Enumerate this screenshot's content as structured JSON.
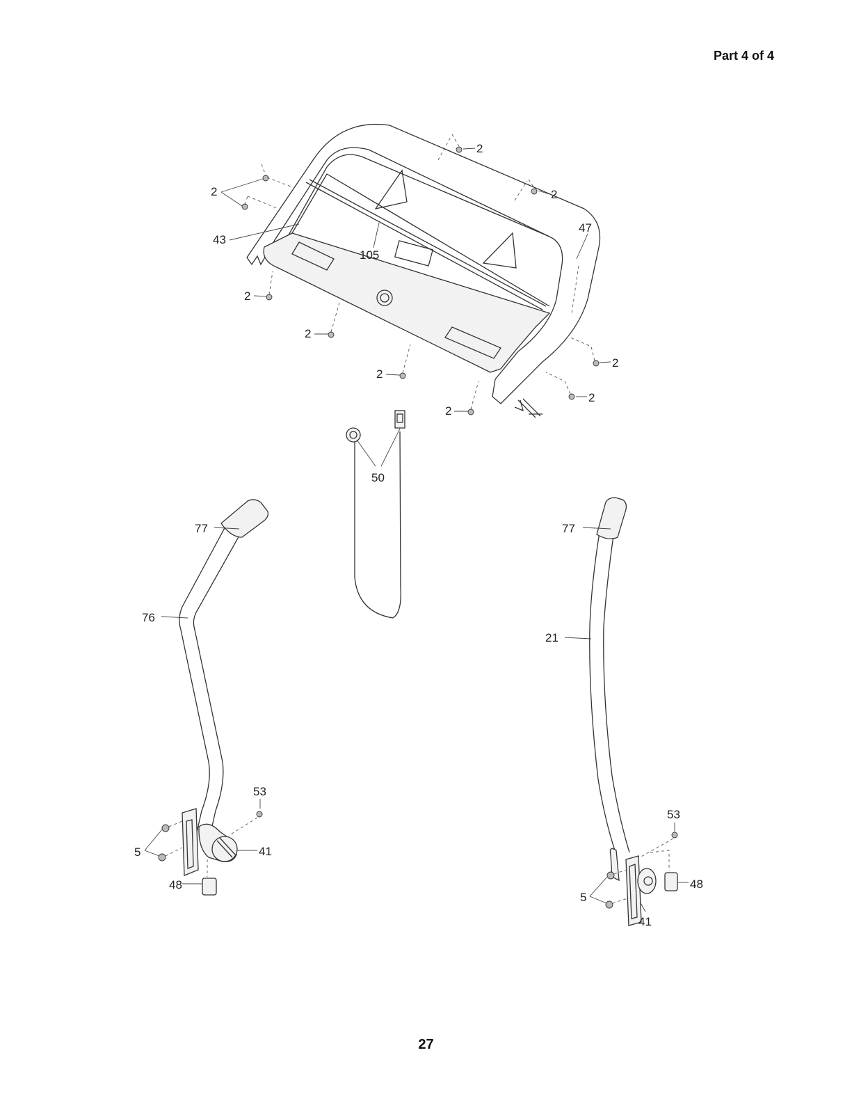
{
  "header": {
    "part_indicator": "Part 4 of 4"
  },
  "footer": {
    "page_number": "27"
  },
  "callouts": {
    "c2": "2",
    "c5": "5",
    "c21": "21",
    "c41": "41",
    "c43": "43",
    "c47": "47",
    "c48": "48",
    "c50": "50",
    "c53": "53",
    "c76": "76",
    "c77": "77",
    "c105": "105"
  }
}
